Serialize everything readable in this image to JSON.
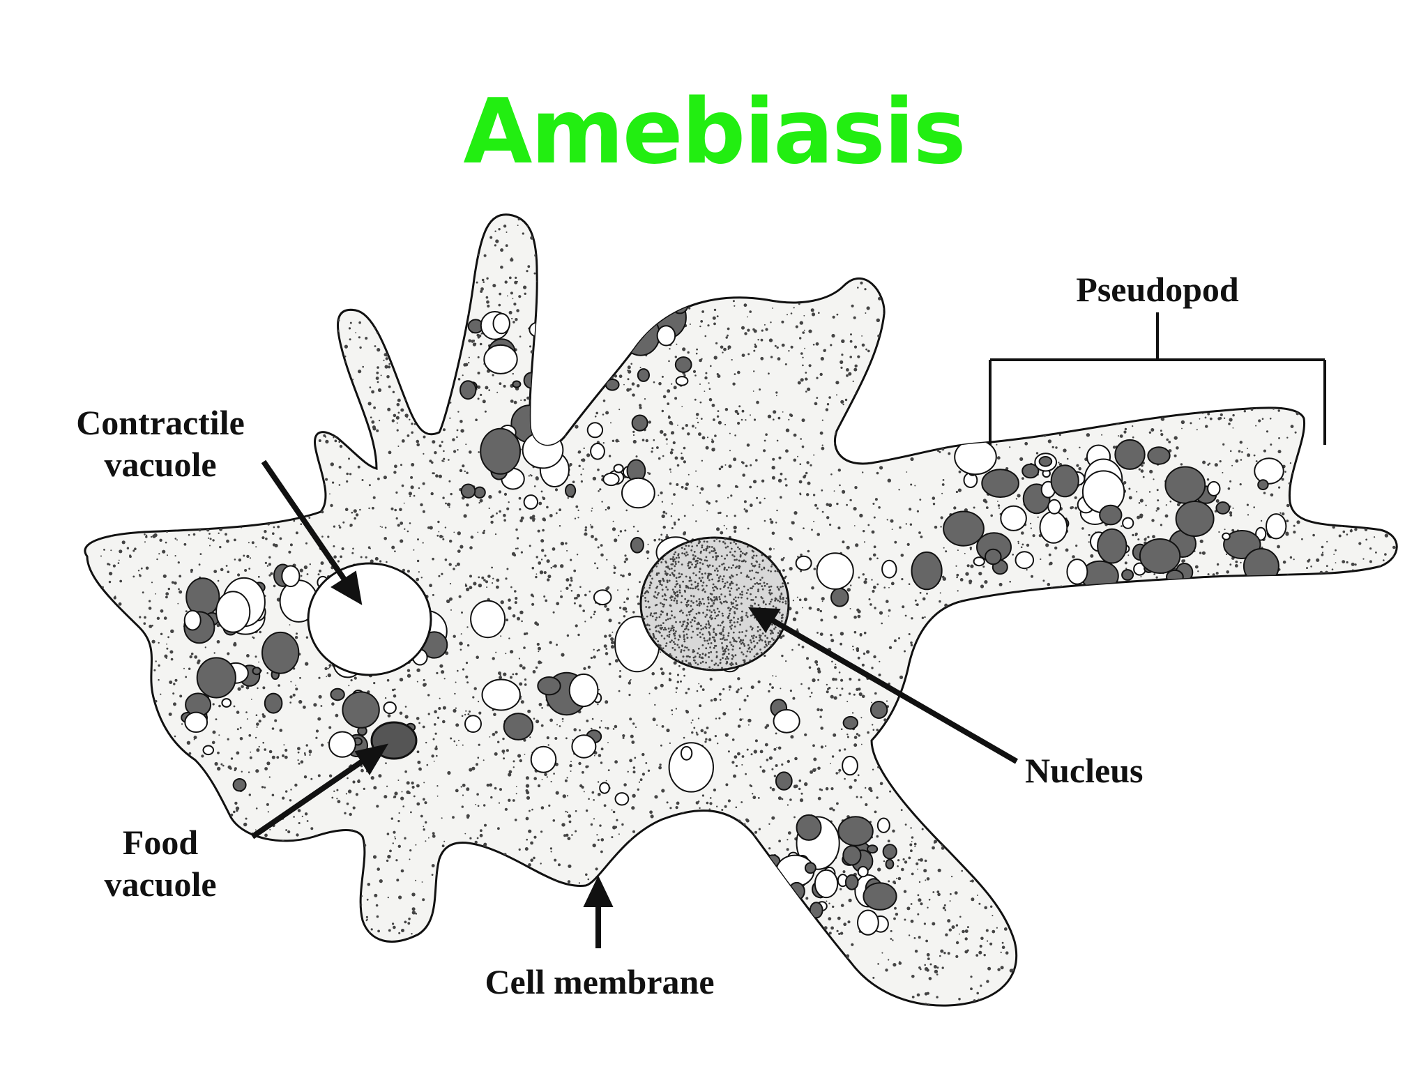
{
  "title": "Amebiasis",
  "colors": {
    "title": "#22ee11",
    "ink": "#111111",
    "cell_fill": "#f4f4f2",
    "stipple": "#444444",
    "granule": "#666666",
    "vacuole_fill": "#ffffff"
  },
  "labels": {
    "contractile_vacuole": [
      "Contractile",
      "vacuole"
    ],
    "food_vacuole": [
      "Food",
      "vacuole"
    ],
    "cell_membrane": "Cell membrane",
    "nucleus": "Nucleus",
    "pseudopod": "Pseudopod"
  }
}
